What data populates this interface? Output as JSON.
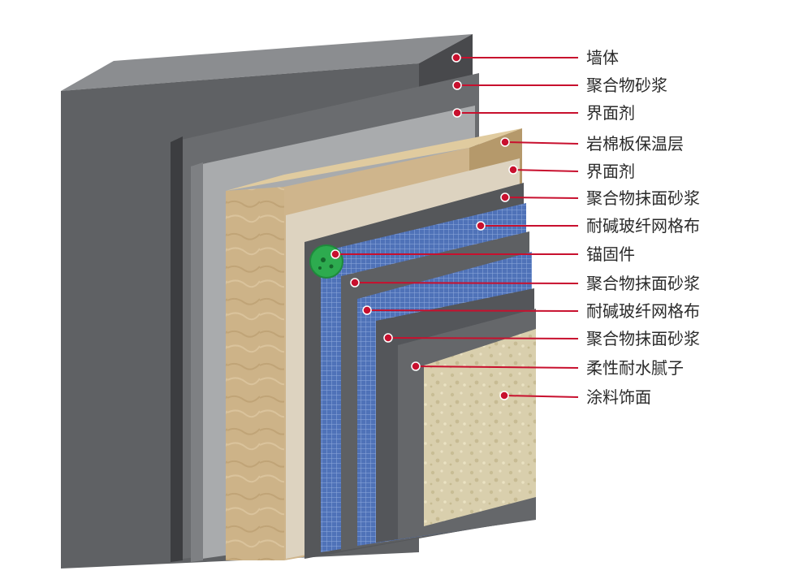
{
  "labels": [
    "墙体",
    "聚合物砂浆",
    "界面剂",
    "岩棉板保温层",
    "界面剂",
    "聚合物抹面砂浆",
    "耐碱玻纤网格布",
    "锚固件",
    "聚合物抹面砂浆",
    "耐碱玻纤网格布",
    "聚合物抹面砂浆",
    "柔性耐水腻子",
    "涂料饰面"
  ],
  "colors": {
    "leader": "#c8102e",
    "wall": "#5f6164",
    "mortar": "#66686b",
    "interface": "#a9abad",
    "rockwool": "#cfb58c",
    "interface2": "#ddd3c0",
    "plaster": "#5a5c5f",
    "mesh": "#4f72b8",
    "anchor": "#2dab4f",
    "finish": "#d8cfac"
  }
}
